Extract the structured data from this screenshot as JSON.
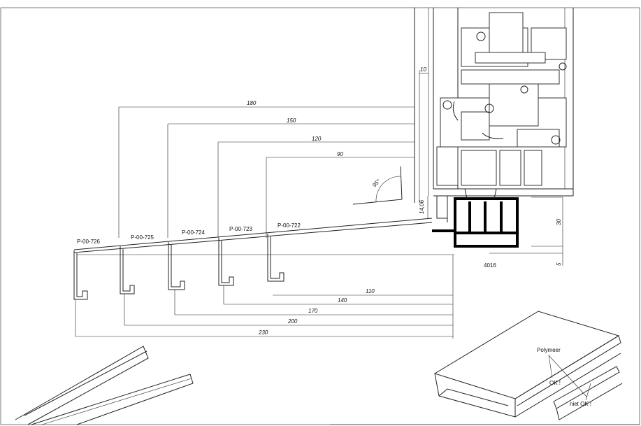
{
  "dimensions": {
    "top": [
      "10",
      "180",
      "150",
      "120",
      "90"
    ],
    "bottom": [
      "110",
      "140",
      "170",
      "200",
      "230"
    ],
    "side": [
      "14,06",
      "30",
      "5"
    ]
  },
  "profiles": [
    "P-00-726",
    "P-00-725",
    "P-00-724",
    "P-00-723",
    "P-00-722"
  ],
  "part_number": "4016",
  "angle": "95°",
  "callouts": {
    "material": "Polymeer",
    "ok": "OK !",
    "not_ok": "niet OK !"
  }
}
